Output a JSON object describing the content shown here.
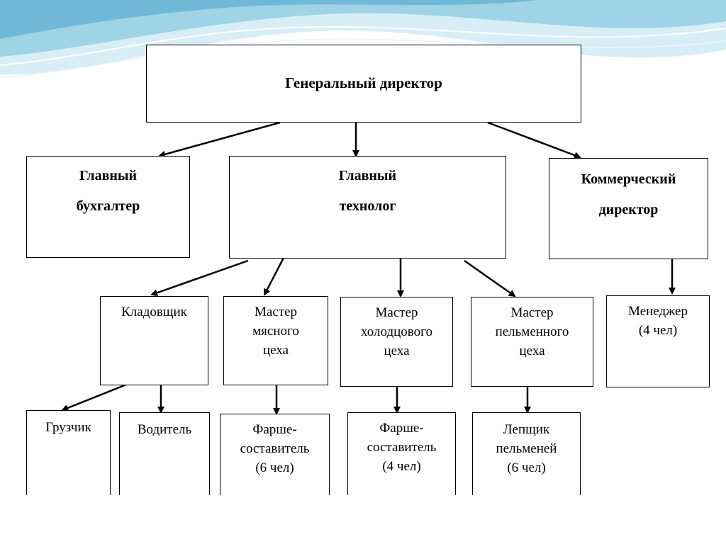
{
  "chart": {
    "ceo": "Генеральный директор",
    "chief_accountant": [
      "Главный",
      "бухгалтер"
    ],
    "chief_technologist": [
      "Главный",
      "технолог"
    ],
    "commercial_director": [
      "Коммерческий",
      "директор"
    ],
    "storekeeper": [
      "Кладовщик"
    ],
    "meat_master": [
      "Мастер",
      "мясного",
      "цеха"
    ],
    "aspic_master": [
      "Мастер",
      "холодцового",
      "цеха"
    ],
    "dumpling_master": [
      "Мастер",
      "пельменного",
      "цеха"
    ],
    "manager": [
      "Менеджер",
      "(4 чел)"
    ],
    "loader": [
      "Грузчик"
    ],
    "driver": [
      "Водитель"
    ],
    "mince_maker_1": [
      "Фарше-",
      "составитель",
      "(6 чел)"
    ],
    "mince_maker_2": [
      "Фарше-",
      "составитель",
      "(4 чел)"
    ],
    "dumpling_maker": [
      "Лепщик",
      "пельменей",
      "(6 чел)"
    ]
  },
  "colors": {
    "wave_light": "#d8eef6",
    "wave_mid": "#9fd3e6",
    "wave_dark": "#6fb8d6",
    "line": "#000000"
  }
}
